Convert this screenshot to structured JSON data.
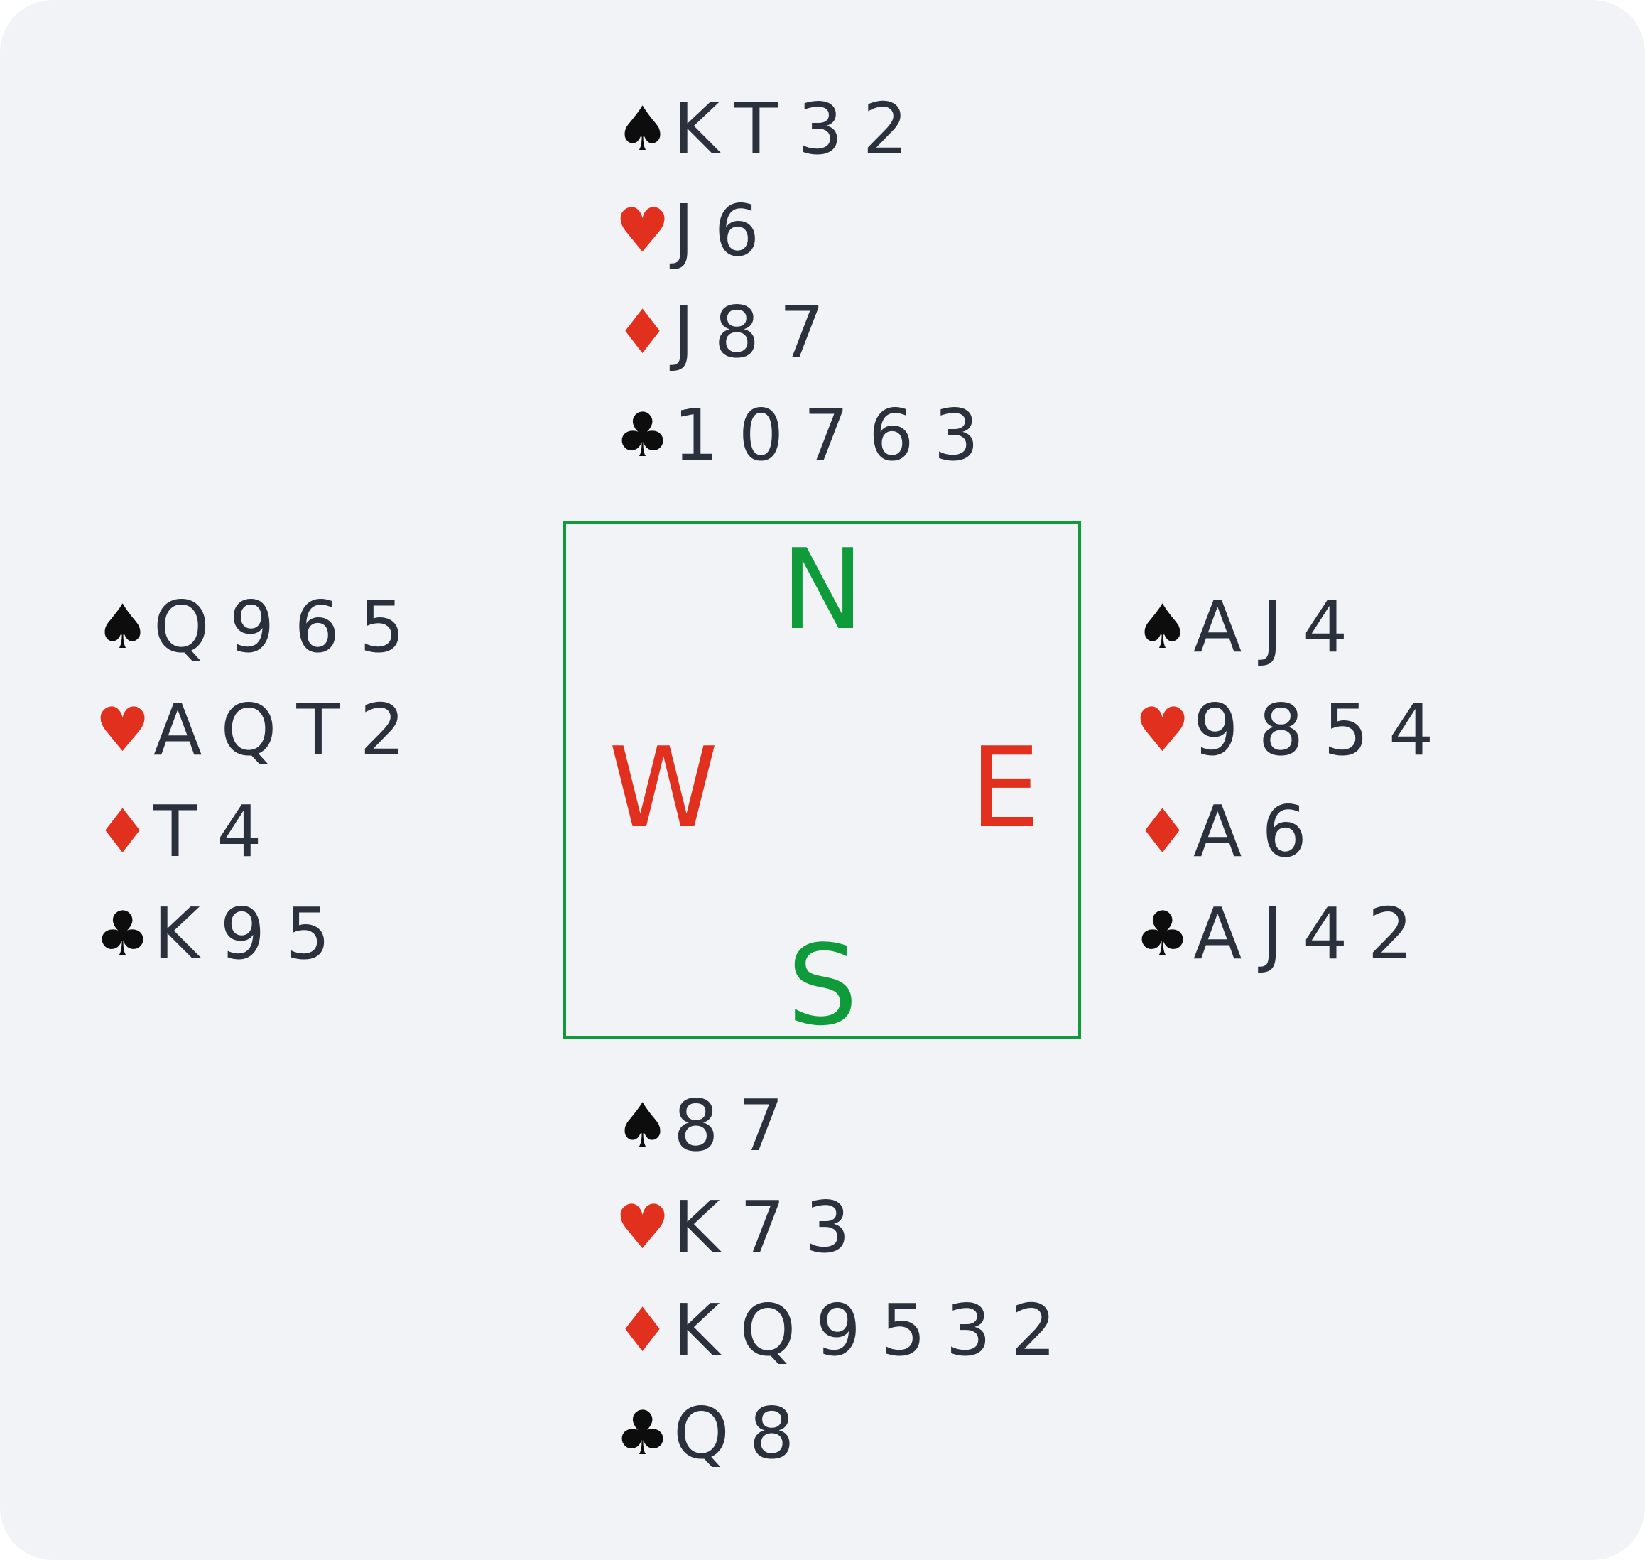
{
  "hands": {
    "north": {
      "spades": "KT32",
      "hearts": "J6",
      "diamonds": "J87",
      "clubs": "10763"
    },
    "west": {
      "spades": "Q965",
      "hearts": "AQT2",
      "diamonds": "T4",
      "clubs": "K95"
    },
    "east": {
      "spades": "AJ4",
      "hearts": "9854",
      "diamonds": "A6",
      "clubs": "AJ42"
    },
    "south": {
      "spades": "87",
      "hearts": "K73",
      "diamonds": "KQ9532",
      "clubs": "Q8"
    }
  },
  "suits": {
    "spades": "♠",
    "hearts": "♥",
    "diamonds": "♦",
    "clubs": "♣"
  },
  "compass": {
    "north": "N",
    "south": "S",
    "east": "E",
    "west": "W"
  },
  "colors": {
    "red": "#e2301f",
    "green": "#0f9b3a",
    "text": "#2a313c",
    "background": "#f2f3f7"
  }
}
